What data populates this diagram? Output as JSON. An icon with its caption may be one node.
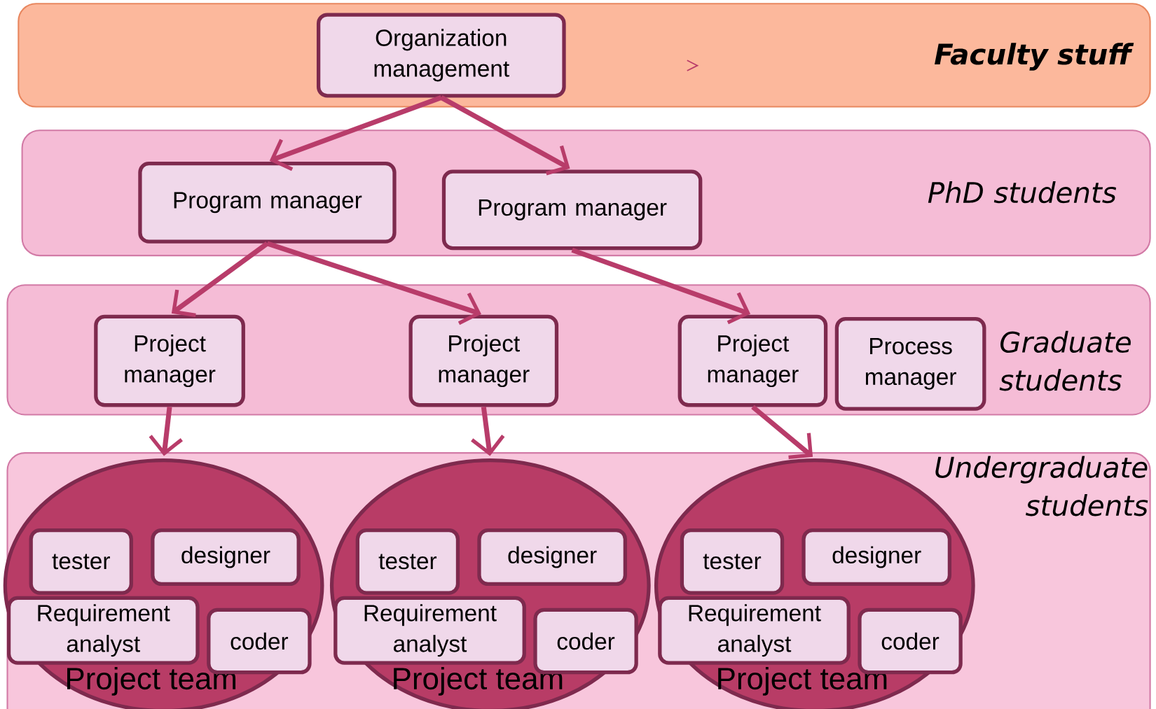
{
  "diagram": {
    "nodes": [
      {
        "text": [
          "Faculty stuff"
        ]
      },
      {
        "text": [
          "Organization management"
        ],
        "in": 0
      },
      {
        "text": [
          "PhD students"
        ]
      },
      {
        "text": [
          "Program manager"
        ],
        "in": 2
      },
      {
        "text": [
          "Program manager"
        ],
        "in": 2
      },
      {
        "text": [
          "Graduate students"
        ]
      },
      {
        "text": [
          "Project manager"
        ],
        "in": 5
      },
      {
        "text": [
          "Project manager"
        ],
        "in": 5
      },
      {
        "text": [
          "Project manager"
        ],
        "in": 5
      },
      {
        "text": [
          "Process manager"
        ],
        "in": 5
      },
      {
        "text": [
          "Undergraduate students"
        ]
      },
      {
        "text": [
          "Project team"
        ],
        "in": 10
      },
      {
        "text": [
          "tester"
        ],
        "in": 11
      },
      {
        "text": [
          "designer"
        ],
        "in": 11
      },
      {
        "text": [
          "Requirement analyst"
        ],
        "in": 11
      },
      {
        "text": [
          "coder"
        ],
        "in": 11
      },
      {
        "text": [
          "Project team"
        ],
        "in": 10
      },
      {
        "text": [
          "tester"
        ],
        "in": 16
      },
      {
        "text": [
          "designer"
        ],
        "in": 16
      },
      {
        "text": [
          "Requirement analyst"
        ],
        "in": 16
      },
      {
        "text": [
          "coder"
        ],
        "in": 16
      },
      {
        "text": [
          "Project team"
        ],
        "in": 10
      },
      {
        "text": [
          "tester"
        ],
        "in": 21
      },
      {
        "text": [
          "designer"
        ],
        "in": 21
      },
      {
        "text": [
          "Requirement analyst"
        ],
        "in": 21
      },
      {
        "text": [
          "coder"
        ],
        "in": 21
      }
    ],
    "edges": [
      {
        "from": 1,
        "to": 3,
        "arrow": "to"
      },
      {
        "from": 1,
        "to": 4,
        "arrow": "to"
      },
      {
        "from": 3,
        "to": 6,
        "arrow": "to"
      },
      {
        "from": 3,
        "to": 7,
        "arrow": "to"
      },
      {
        "from": 4,
        "to": 8,
        "arrow": "to"
      },
      {
        "from": 6,
        "to": 11,
        "arrow": "to"
      },
      {
        "from": 7,
        "to": 16,
        "arrow": "to"
      },
      {
        "from": 8,
        "to": 21,
        "arrow": "to"
      }
    ]
  }
}
